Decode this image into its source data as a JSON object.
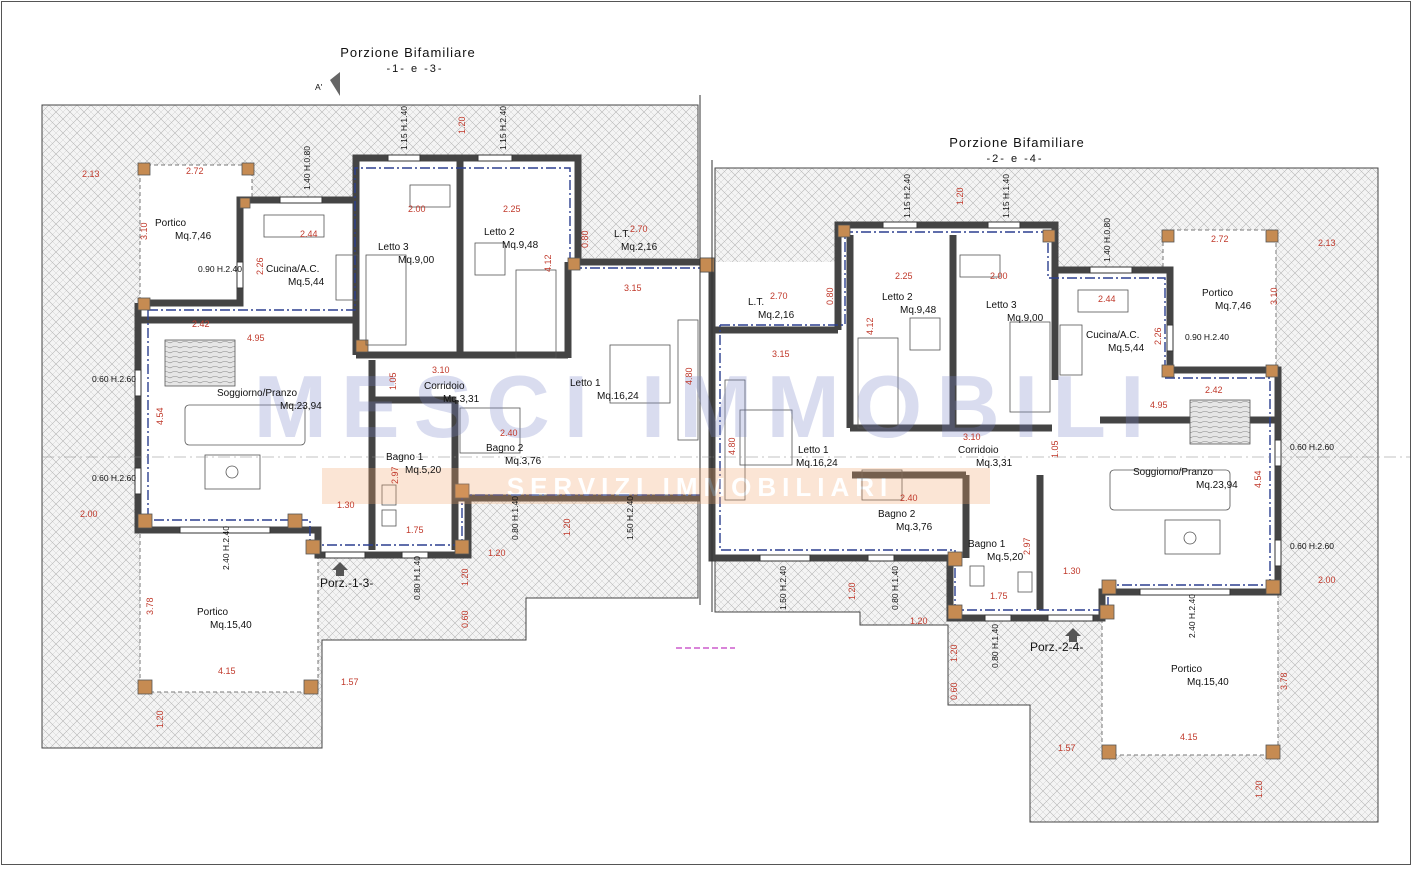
{
  "headers": {
    "left_title": "Porzione Bifamiliare",
    "left_sub": "-1- e -3-",
    "right_title": "Porzione Bifamiliare",
    "right_sub": "-2- e -4-",
    "section_mark": "A'"
  },
  "watermark": {
    "main": "MESCI IMMOBILI",
    "sub": "SERVIZI IMMOBILIARI"
  },
  "entrances": {
    "left": "Porz.-1-3-",
    "right": "Porz.-2-4-"
  },
  "left_rooms": {
    "portico_top": {
      "name": "Portico",
      "area": "Mq.7,46"
    },
    "cucina": {
      "name": "Cucina/A.C.",
      "area": "Mq.5,44"
    },
    "letto3": {
      "name": "Letto 3",
      "area": "Mq.9,00"
    },
    "letto2": {
      "name": "Letto 2",
      "area": "Mq.9,48"
    },
    "lt": {
      "name": "L.T.",
      "area": "Mq.2,16"
    },
    "letto1": {
      "name": "Letto 1",
      "area": "Mq.16,24"
    },
    "soggiorno": {
      "name": "Soggiorno/Pranzo",
      "area": "Mq.23,94"
    },
    "corridoio": {
      "name": "Corridoio",
      "area": "Mq.3,31"
    },
    "bagno1": {
      "name": "Bagno 1",
      "area": "Mq.5,20"
    },
    "bagno2": {
      "name": "Bagno 2",
      "area": "Mq.3,76"
    },
    "portico_bottom": {
      "name": "Portico",
      "area": "Mq.15,40"
    }
  },
  "right_rooms": {
    "letto2": {
      "name": "Letto 2",
      "area": "Mq.9,48"
    },
    "letto3": {
      "name": "Letto 3",
      "area": "Mq.9,00"
    },
    "portico_top": {
      "name": "Portico",
      "area": "Mq.7,46"
    },
    "cucina": {
      "name": "Cucina/A.C.",
      "area": "Mq.5,44"
    },
    "lt": {
      "name": "L.T.",
      "area": "Mq.2,16"
    },
    "letto1": {
      "name": "Letto 1",
      "area": "Mq.16,24"
    },
    "corridoio": {
      "name": "Corridoio",
      "area": "Mq.3,31"
    },
    "soggiorno": {
      "name": "Soggiorno/Pranzo",
      "area": "Mq.23,94"
    },
    "bagno2": {
      "name": "Bagno 2",
      "area": "Mq.3,76"
    },
    "bagno1": {
      "name": "Bagno 1",
      "area": "Mq.5,20"
    },
    "portico_bottom": {
      "name": "Portico",
      "area": "Mq.15,40"
    }
  },
  "dims": {
    "d213": "2.13",
    "d272": "2.72",
    "d310": "3.10",
    "d244": "2.44",
    "d226": "2.26",
    "d200": "2.00",
    "d225": "2.25",
    "d270": "2.70",
    "d080": "0.80",
    "d412": "4.12",
    "d315": "3.15",
    "d242": "2.42",
    "d495": "4.95",
    "d454": "4.54",
    "d105": "1.05",
    "d240": "2.40",
    "d480": "4.80",
    "d297": "2.97",
    "d130": "1.30",
    "d175": "1.75",
    "d120": "1.20",
    "d060": "0.60",
    "d378": "3.78",
    "d415": "4.15",
    "d157": "1.57",
    "d150": "1.50"
  },
  "windows": {
    "w115_140": "1.15 H.1.40",
    "w115_240": "1.15 H.2.40",
    "w140_080": "1.40 H.0.80",
    "w090_240": "0.90 H.2.40",
    "w060_260": "0.60 H.2.60",
    "w240_240": "2.40 H.2.40",
    "w080_140": "0.80 H.1.40",
    "w150_240": "1.50 H.2.40"
  }
}
